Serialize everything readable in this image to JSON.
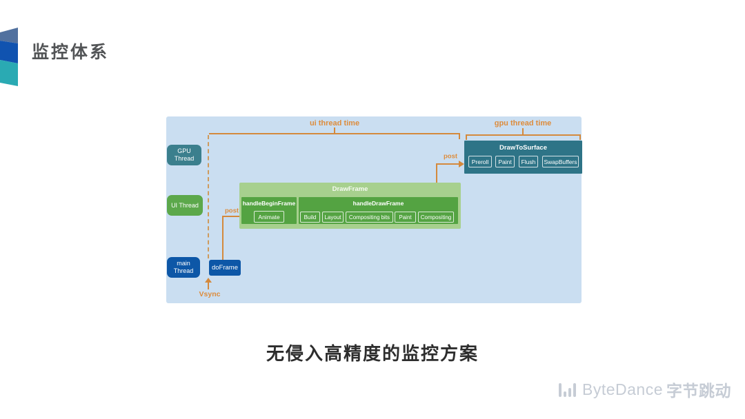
{
  "slide": {
    "title": "监控体系",
    "caption": "无侵入高精度的监控方案"
  },
  "logo": {
    "brand_en": "ByteDance",
    "brand_cn": "字节跳动",
    "icon": "equalizer-bars-icon",
    "color": "#c6ccd5"
  },
  "diagram": {
    "ui_bracket_label": "ui thread time",
    "gpu_bracket_label": "gpu thread time",
    "post_label": "post",
    "vsync_label": "Vsync",
    "threads": {
      "gpu": "GPU\nThread",
      "ui": "UI Thread",
      "main": "main\nThread"
    },
    "do_frame": "doFrame",
    "draw_frame": {
      "title": "DrawFrame",
      "begin": {
        "title": "handleBeginFrame",
        "items": [
          "Animate"
        ]
      },
      "draw": {
        "title": "handleDrawFrame",
        "items": [
          "Build",
          "Layout",
          "Compositing bits",
          "Paint",
          "Compositing"
        ]
      }
    },
    "draw_to_surface": {
      "title": "DrawToSurface",
      "items": [
        "Preroll",
        "Paint",
        "Flush",
        "SwapBuffers"
      ]
    },
    "colors": {
      "panel_bg": "#cadef1",
      "accent_orange": "#d4893c",
      "teal": "#3b7f8d",
      "green": "#5ca84b",
      "green_dark": "#54a342",
      "green_light": "#a7d08e",
      "blue_dark": "#0d57a7"
    }
  },
  "flag_colors": [
    "#51719f",
    "#1053b0",
    "#2aaab3"
  ]
}
